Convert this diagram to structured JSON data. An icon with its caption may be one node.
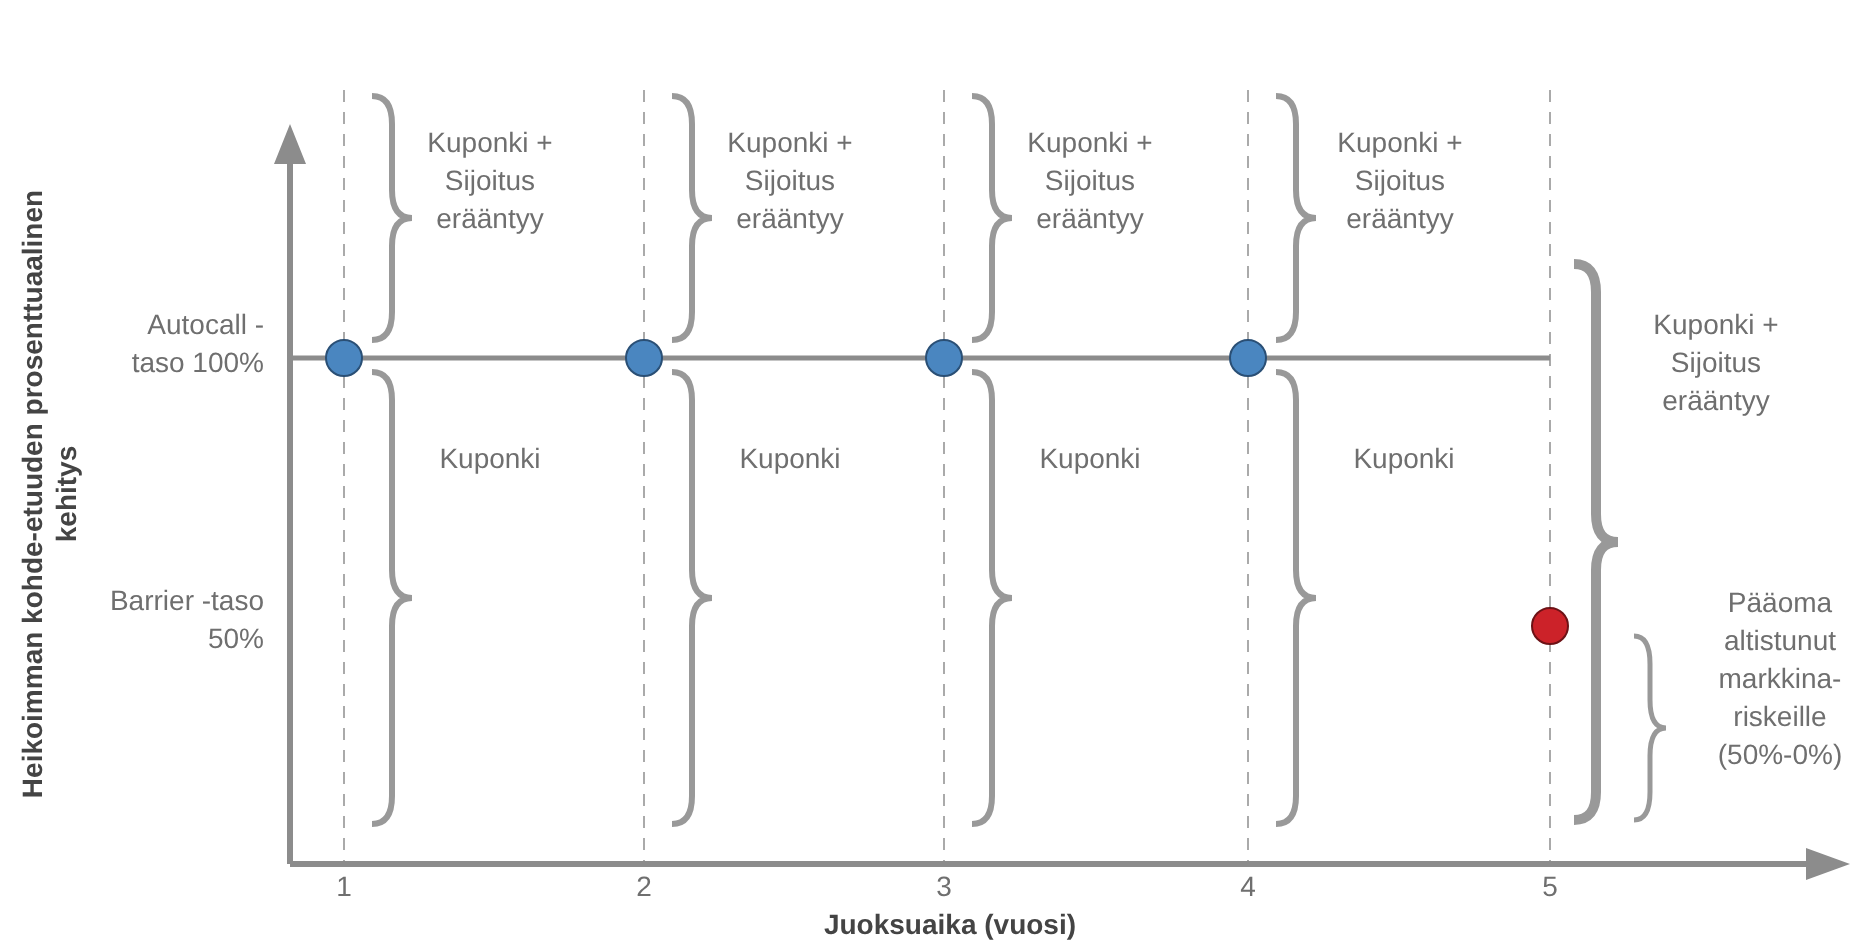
{
  "diagram": {
    "labels": [
      "Kuponki + Sijoitus erääntyy",
      "Kuponki + Sijoitus erääntyy",
      "Kuponki + Sijoitus erääntyy",
      "Kuponki + Sijoitus erääntyy",
      "Autocall -taso 100%",
      "Kuponki + Sijoitus erääntyy",
      "Kuponki",
      "Kuponki",
      "Kuponki",
      "Kuponki",
      "Barrier -taso 50%",
      "Pääoma altistunut markkina- riskeille (50%-0%)",
      "1",
      "2",
      "3",
      "4",
      "5",
      "Juoksuaika (vuosi)",
      "Heikoimman kohde-etuuden prosenttuaalinen kehitys"
    ]
  }
}
